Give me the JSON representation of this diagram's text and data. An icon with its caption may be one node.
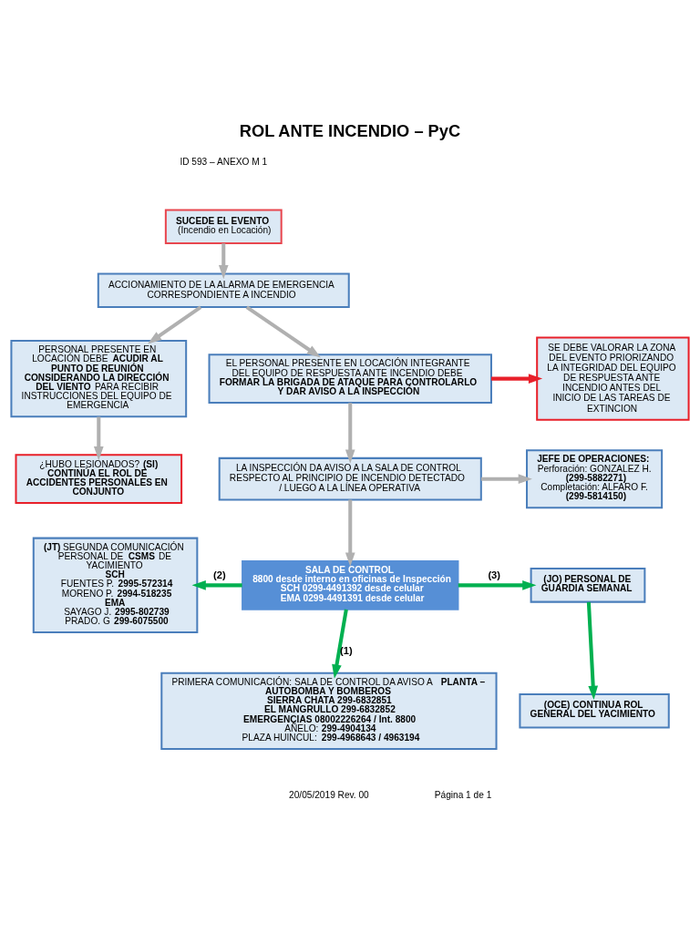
{
  "diagram": {
    "title": "ROL ANTE INCENDIO – PyC",
    "nodes": [
      {
        "text": [
          "**SUCEDE EL EVENTO**",
          "(Incendio en Locación)"
        ]
      },
      {
        "text": [
          "ACCIONAMIENTO DE LA ALARMA DE EMERGENCIA CORRESPONDIENTE A INCENDIO"
        ]
      },
      {
        "text": [
          "PERSONAL PRESENTE EN LOCACIÓN DEBE **ACUDIR AL PUNTO DE REUNIÓN CONSIDERANDO LA DIRECCIÓN DEL VIENTO** PARA RECIBIR INSTRUCCIONES DEL EQUIPO DE EMERGENCIA"
        ]
      },
      {
        "text": [
          "EL PERSONAL PRESENTE EN LOCACIÓN INTEGRANTE DEL EQUIPO DE RESPUESTA ANTE INCENDIO DEBE **FORMAR LA BRIGADA DE ATAQUE PARA CONTROLARLO Y DAR AVISO A LA INSPECCIÓN**"
        ]
      },
      {
        "text": [
          "SE DEBE VALORAR LA ZONA DEL EVENTO PRIORIZANDO LA INTEGRIDAD DEL EQUIPO DE RESPUESTA ANTE INCENDIO ANTES DEL INICIO DE LAS TAREAS DE EXTINCION"
        ]
      },
      {
        "text": [
          "¿HUBO LESIONADOS? **(SI) CONTINÚA EL ROL DE ACCIDENTES PERSONALES EN CONJUNTO**"
        ]
      },
      {
        "text": [
          "LA INSPECCIÓN DA AVISO A LA SALA DE CONTROL RESPECTO AL PRINCIPIO DE INCENDIO DETECTADO / LUEGO A LA LÍNEA OPERATIVA"
        ]
      },
      {
        "text": [
          "**JEFE DE OPERACIONES:**",
          "Perforación: GONZALEZ H.",
          "**(299-5882271)**",
          "Completación: ALFARO F.",
          "**(299-5814150)**"
        ]
      },
      {
        "text": [
          "**SALA DE CONTROL**",
          "**8800 desde interno en oficinas de Inspección**",
          "**SCH 0299-4491392 desde celular**",
          "**EMA 0299-4491391 desde celular**"
        ]
      },
      {
        "text": [
          "**(JT)** SEGUNDA COMUNICACIÓN",
          "PERSONAL DE **CSMS** DE YACIMIENTO",
          "**SCH**",
          "FUENTES P. **2995-572314**",
          "MORENO P. **2994-518235**",
          "**EMA**",
          "SAYAGO J. **2995-802739**",
          "PRADO. G **299-6075500**"
        ]
      },
      {
        "text": [
          "**(JO) PERSONAL DE GUARDIA SEMANAL**"
        ]
      },
      {
        "text": [
          "PRIMERA COMUNICACIÓN: SALA DE CONTROL DA AVISO A **PLANTA – AUTOBOMBA Y BOMBEROS**",
          "**SIERRA CHATA 299-6832851**",
          "**EL MANGRULLO 299-6832852**",
          "**EMERGENCIAS 08002226264 / Int. 8800**",
          "AÑELO: **299-4904134**",
          "PLAZA HUINCUL: **299-4968643 / 4963194**"
        ]
      },
      {
        "text": [
          "**(OCE) CONTINUA ROL GENERAL DEL YACIMIENTO**"
        ]
      }
    ],
    "edges": [
      {
        "from": 0,
        "to": 1,
        "arrow": "to"
      },
      {
        "from": 1,
        "to": 2,
        "arrow": "to"
      },
      {
        "from": 1,
        "to": 3,
        "arrow": "to"
      },
      {
        "from": 3,
        "to": 4,
        "arrow": "to",
        "color": "#e8202a"
      },
      {
        "from": 2,
        "to": 5,
        "arrow": "to"
      },
      {
        "from": 3,
        "to": 6,
        "arrow": "to"
      },
      {
        "from": 6,
        "to": 7,
        "arrow": "to"
      },
      {
        "from": 6,
        "to": 8,
        "arrow": "to"
      },
      {
        "from": 8,
        "to": 9,
        "arrow": "to",
        "label": "(2)",
        "color": "#00b050"
      },
      {
        "from": 8,
        "to": 11,
        "arrow": "to",
        "label": "(1)",
        "color": "#00b050"
      },
      {
        "from": 8,
        "to": 10,
        "arrow": "to",
        "label": "(3)",
        "color": "#00b050"
      },
      {
        "from": 10,
        "to": 12,
        "arrow": "to",
        "color": "#00b050"
      }
    ],
    "labels": [
      "ID 593 – ANEXO M 1",
      "20/05/2019 Rev. 00",
      "Página 1 de 1"
    ]
  }
}
